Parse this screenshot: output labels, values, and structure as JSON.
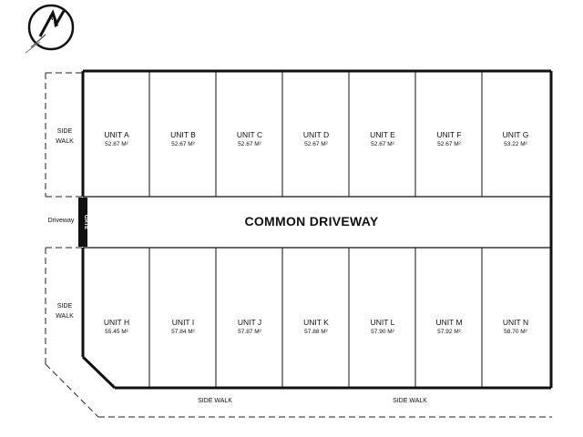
{
  "compass": {
    "label": "N",
    "icon": "north-arrow-icon"
  },
  "top_row": [
    {
      "name": "UNIT A",
      "area": "52.87 M²"
    },
    {
      "name": "UNIT B",
      "area": "52.67 M²"
    },
    {
      "name": "UNIT C",
      "area": "52.67 M²"
    },
    {
      "name": "UNIT D",
      "area": "52.67 M²"
    },
    {
      "name": "UNIT E",
      "area": "52.67 M²"
    },
    {
      "name": "UNIT F",
      "area": "52.67 M²"
    },
    {
      "name": "UNIT G",
      "area": "53.22 M²"
    }
  ],
  "bottom_row": [
    {
      "name": "UNIT H",
      "area": "55.45 M²"
    },
    {
      "name": "UNIT I",
      "area": "57.84 M²"
    },
    {
      "name": "UNIT J",
      "area": "57.87 M²"
    },
    {
      "name": "UNIT K",
      "area": "57.88 M²"
    },
    {
      "name": "UNIT L",
      "area": "57.90 M²"
    },
    {
      "name": "UNIT M",
      "area": "57.92 M²"
    },
    {
      "name": "UNIT N",
      "area": "58.70 M²"
    }
  ],
  "labels": {
    "driveway_title": "COMMON DRIVEWAY",
    "driveway_side": "Driveway",
    "gate": "GATE",
    "side_walk_top_1": "SIDE",
    "side_walk_top_2": "WALK",
    "side_walk_left_1": "SIDE",
    "side_walk_left_2": "WALK",
    "side_walk_bottom_1": "SIDE WALK",
    "side_walk_bottom_2": "SIDE WALK"
  }
}
